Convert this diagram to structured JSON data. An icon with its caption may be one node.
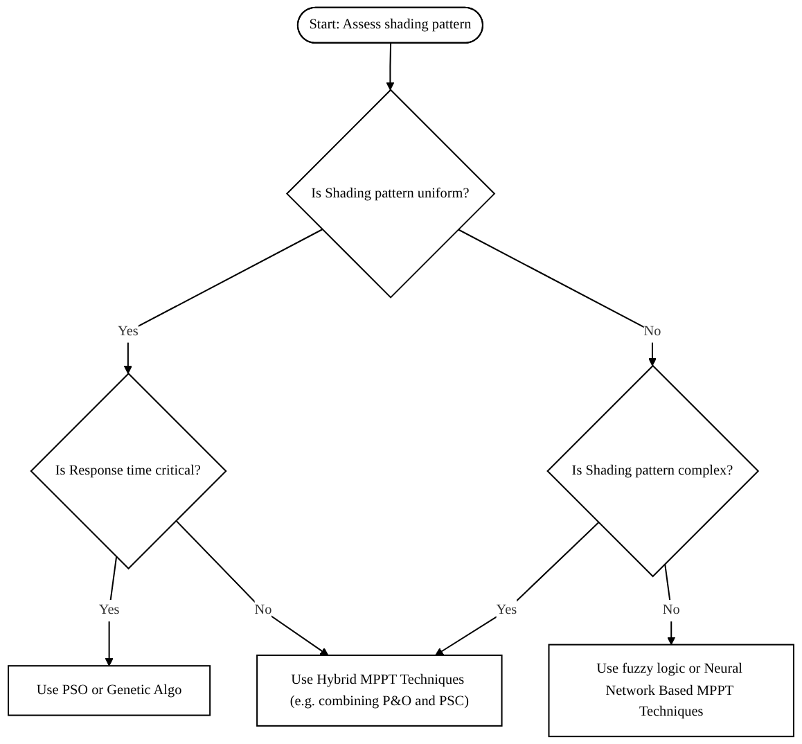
{
  "diagram": {
    "nodes": [
      {
        "text": [
          "Start: Assess shading pattern"
        ]
      },
      {
        "text": [
          "Is Shading pattern uniform?"
        ]
      },
      {
        "text": [
          "Is Response time critical?"
        ]
      },
      {
        "text": [
          "Is Shading pattern complex?"
        ]
      },
      {
        "text": [
          "Use PSO or Genetic Algo"
        ]
      },
      {
        "text": [
          "Use fuzzy logic or Neural Network Based MPPT Techniques"
        ]
      },
      {
        "text": [
          "Use Hybrid MPPT Techniques (e.g. combining P&O and PSC)"
        ]
      }
    ],
    "edges": [
      {
        "from": 0,
        "to": 1,
        "arrow": "to"
      },
      {
        "from": 1,
        "to": 2,
        "label": "Yes",
        "arrow": "to"
      },
      {
        "from": 1,
        "to": 3,
        "label": "No",
        "arrow": "to"
      },
      {
        "from": 2,
        "to": 4,
        "label": "Yes",
        "arrow": "to"
      },
      {
        "from": 2,
        "to": 6,
        "label": "No",
        "arrow": "to"
      },
      {
        "from": 3,
        "to": 6,
        "label": "Yes",
        "arrow": "to"
      },
      {
        "from": 3,
        "to": 5,
        "label": "No",
        "arrow": "to"
      }
    ]
  }
}
